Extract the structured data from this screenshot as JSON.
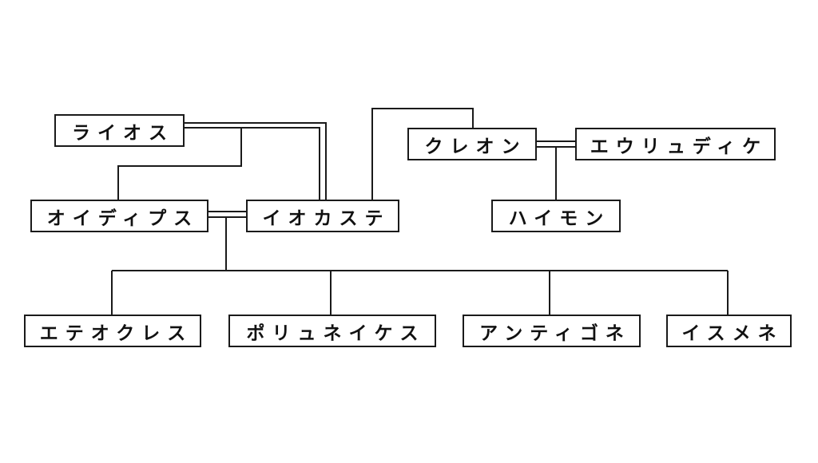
{
  "people": {
    "laius": "ライオス",
    "oedipus": "オイディプス",
    "jocasta": "イオカステ",
    "creon": "クレオン",
    "eurydice": "エウリュディケ",
    "haemon": "ハイモン",
    "eteocles": "エテオクレス",
    "polynices": "ポリュネイケス",
    "antigone": "アンティゴネ",
    "ismene": "イスメネ"
  },
  "relations": {
    "marriages": [
      [
        "laius",
        "jocasta"
      ],
      [
        "oedipus",
        "jocasta"
      ],
      [
        "creon",
        "eurydice"
      ]
    ],
    "parent_child": [
      [
        "laius",
        "oedipus"
      ],
      [
        "oedipus",
        "eteocles"
      ],
      [
        "oedipus",
        "polynices"
      ],
      [
        "oedipus",
        "antigone"
      ],
      [
        "oedipus",
        "ismene"
      ],
      [
        "creon",
        "haemon"
      ]
    ],
    "siblings": [
      [
        "jocasta",
        "creon"
      ]
    ]
  }
}
